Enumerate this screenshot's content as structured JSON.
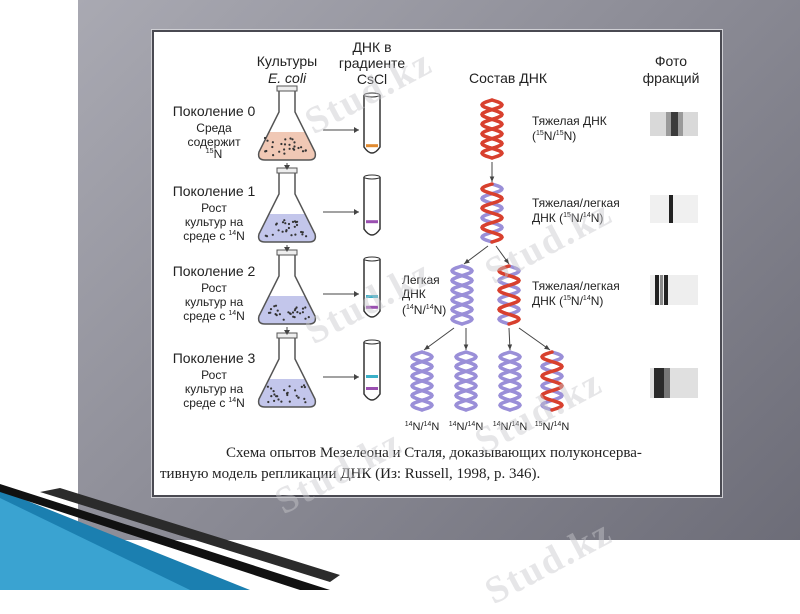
{
  "columns": {
    "cultures": "Культуры",
    "cultures_organism": "E. coli",
    "dna_gradient_1": "ДНК в",
    "dna_gradient_2": "градиенте",
    "dna_gradient_3": "CsCl",
    "dna_composition": "Состав ДНК",
    "photo_1": "Фото",
    "photo_2": "фракций"
  },
  "generations": [
    {
      "title": "Поколение 0",
      "desc1": "Среда",
      "desc2": "содержит",
      "desc3": "",
      "iso": "N",
      "iso_sup": "15"
    },
    {
      "title": "Поколение 1",
      "desc1": "Рост",
      "desc2": "культур на",
      "desc3": "среде с",
      "iso": "N",
      "iso_sup": "14"
    },
    {
      "title": "Поколение 2",
      "desc1": "Рост",
      "desc2": "культур на",
      "desc3": "среде с",
      "iso": "N",
      "iso_sup": "14"
    },
    {
      "title": "Поколение 3",
      "desc1": "Рост",
      "desc2": "культур на",
      "desc3": "среде с",
      "iso": "N",
      "iso_sup": "14"
    }
  ],
  "dna_labels": {
    "heavy": "Тяжелая ДНК",
    "heavy_iso": "(15N/15N)",
    "hybrid_1": "Тяжелая/легкая",
    "hybrid_2": "ДНК (15N/14N)",
    "light_1": "Легкая",
    "light_2": "ДНК",
    "light_3": "(14N/14N)"
  },
  "bottom_labels": [
    "14N/14N",
    "14N/14N",
    "14N/14N",
    "15N/14N"
  ],
  "caption_1": "Схема опытов Мезелеона и Сталя, доказывающих полуконсерва-",
  "caption_2": "тивную модель репликации ДНК (Из: Russell, 1998, р. 346).",
  "watermark": "Stud.kz",
  "colors": {
    "heavy_strand": "#d8402e",
    "light_strand": "#9a8fd8",
    "flask_heavy": "#eebfa8",
    "flask_light": "#b9bde8"
  }
}
